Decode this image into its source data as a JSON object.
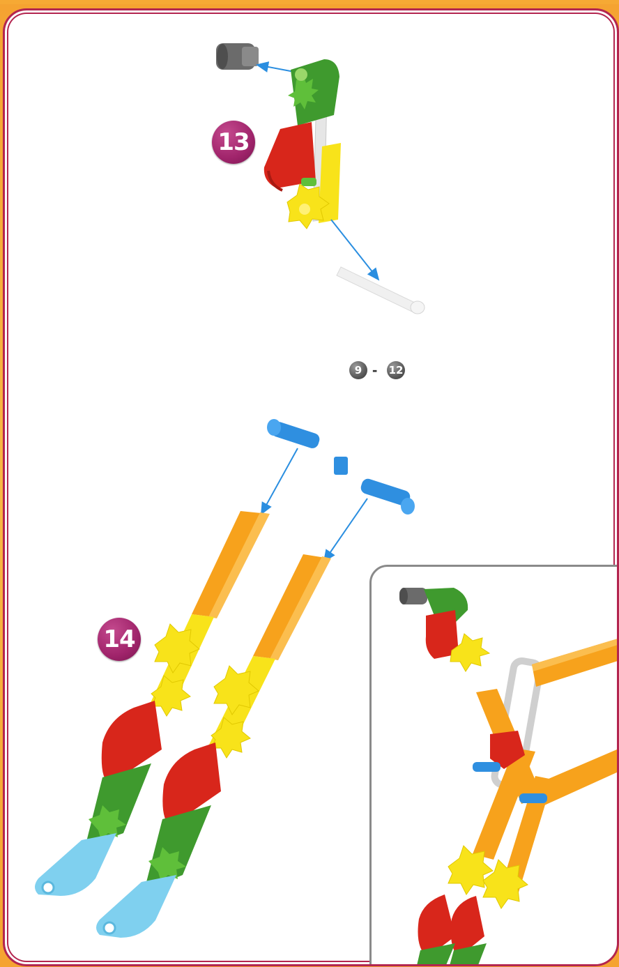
{
  "steps": [
    {
      "number": "13"
    },
    {
      "number": "14"
    }
  ],
  "reference": {
    "from": "9",
    "separator": "-",
    "to": "12"
  },
  "colors": {
    "frame_orange": "#f5a331",
    "border_crimson": "#b3254f",
    "badge_purple": "#a0246b",
    "orange_rod": "#f7a21c",
    "yellow_gear": "#f8e31a",
    "red_connector": "#d8261b",
    "green_connector": "#3f9a2e",
    "light_blue_end": "#7fd0ef",
    "blue_pin": "#2f8fe0",
    "arrow": "#2a8ee0",
    "gray_cap": "#6b6b6b",
    "white_rod": "#e6e6e6"
  },
  "icons": [
    "assembly-arrow-icon",
    "step-number-badge",
    "reference-step-badge"
  ]
}
